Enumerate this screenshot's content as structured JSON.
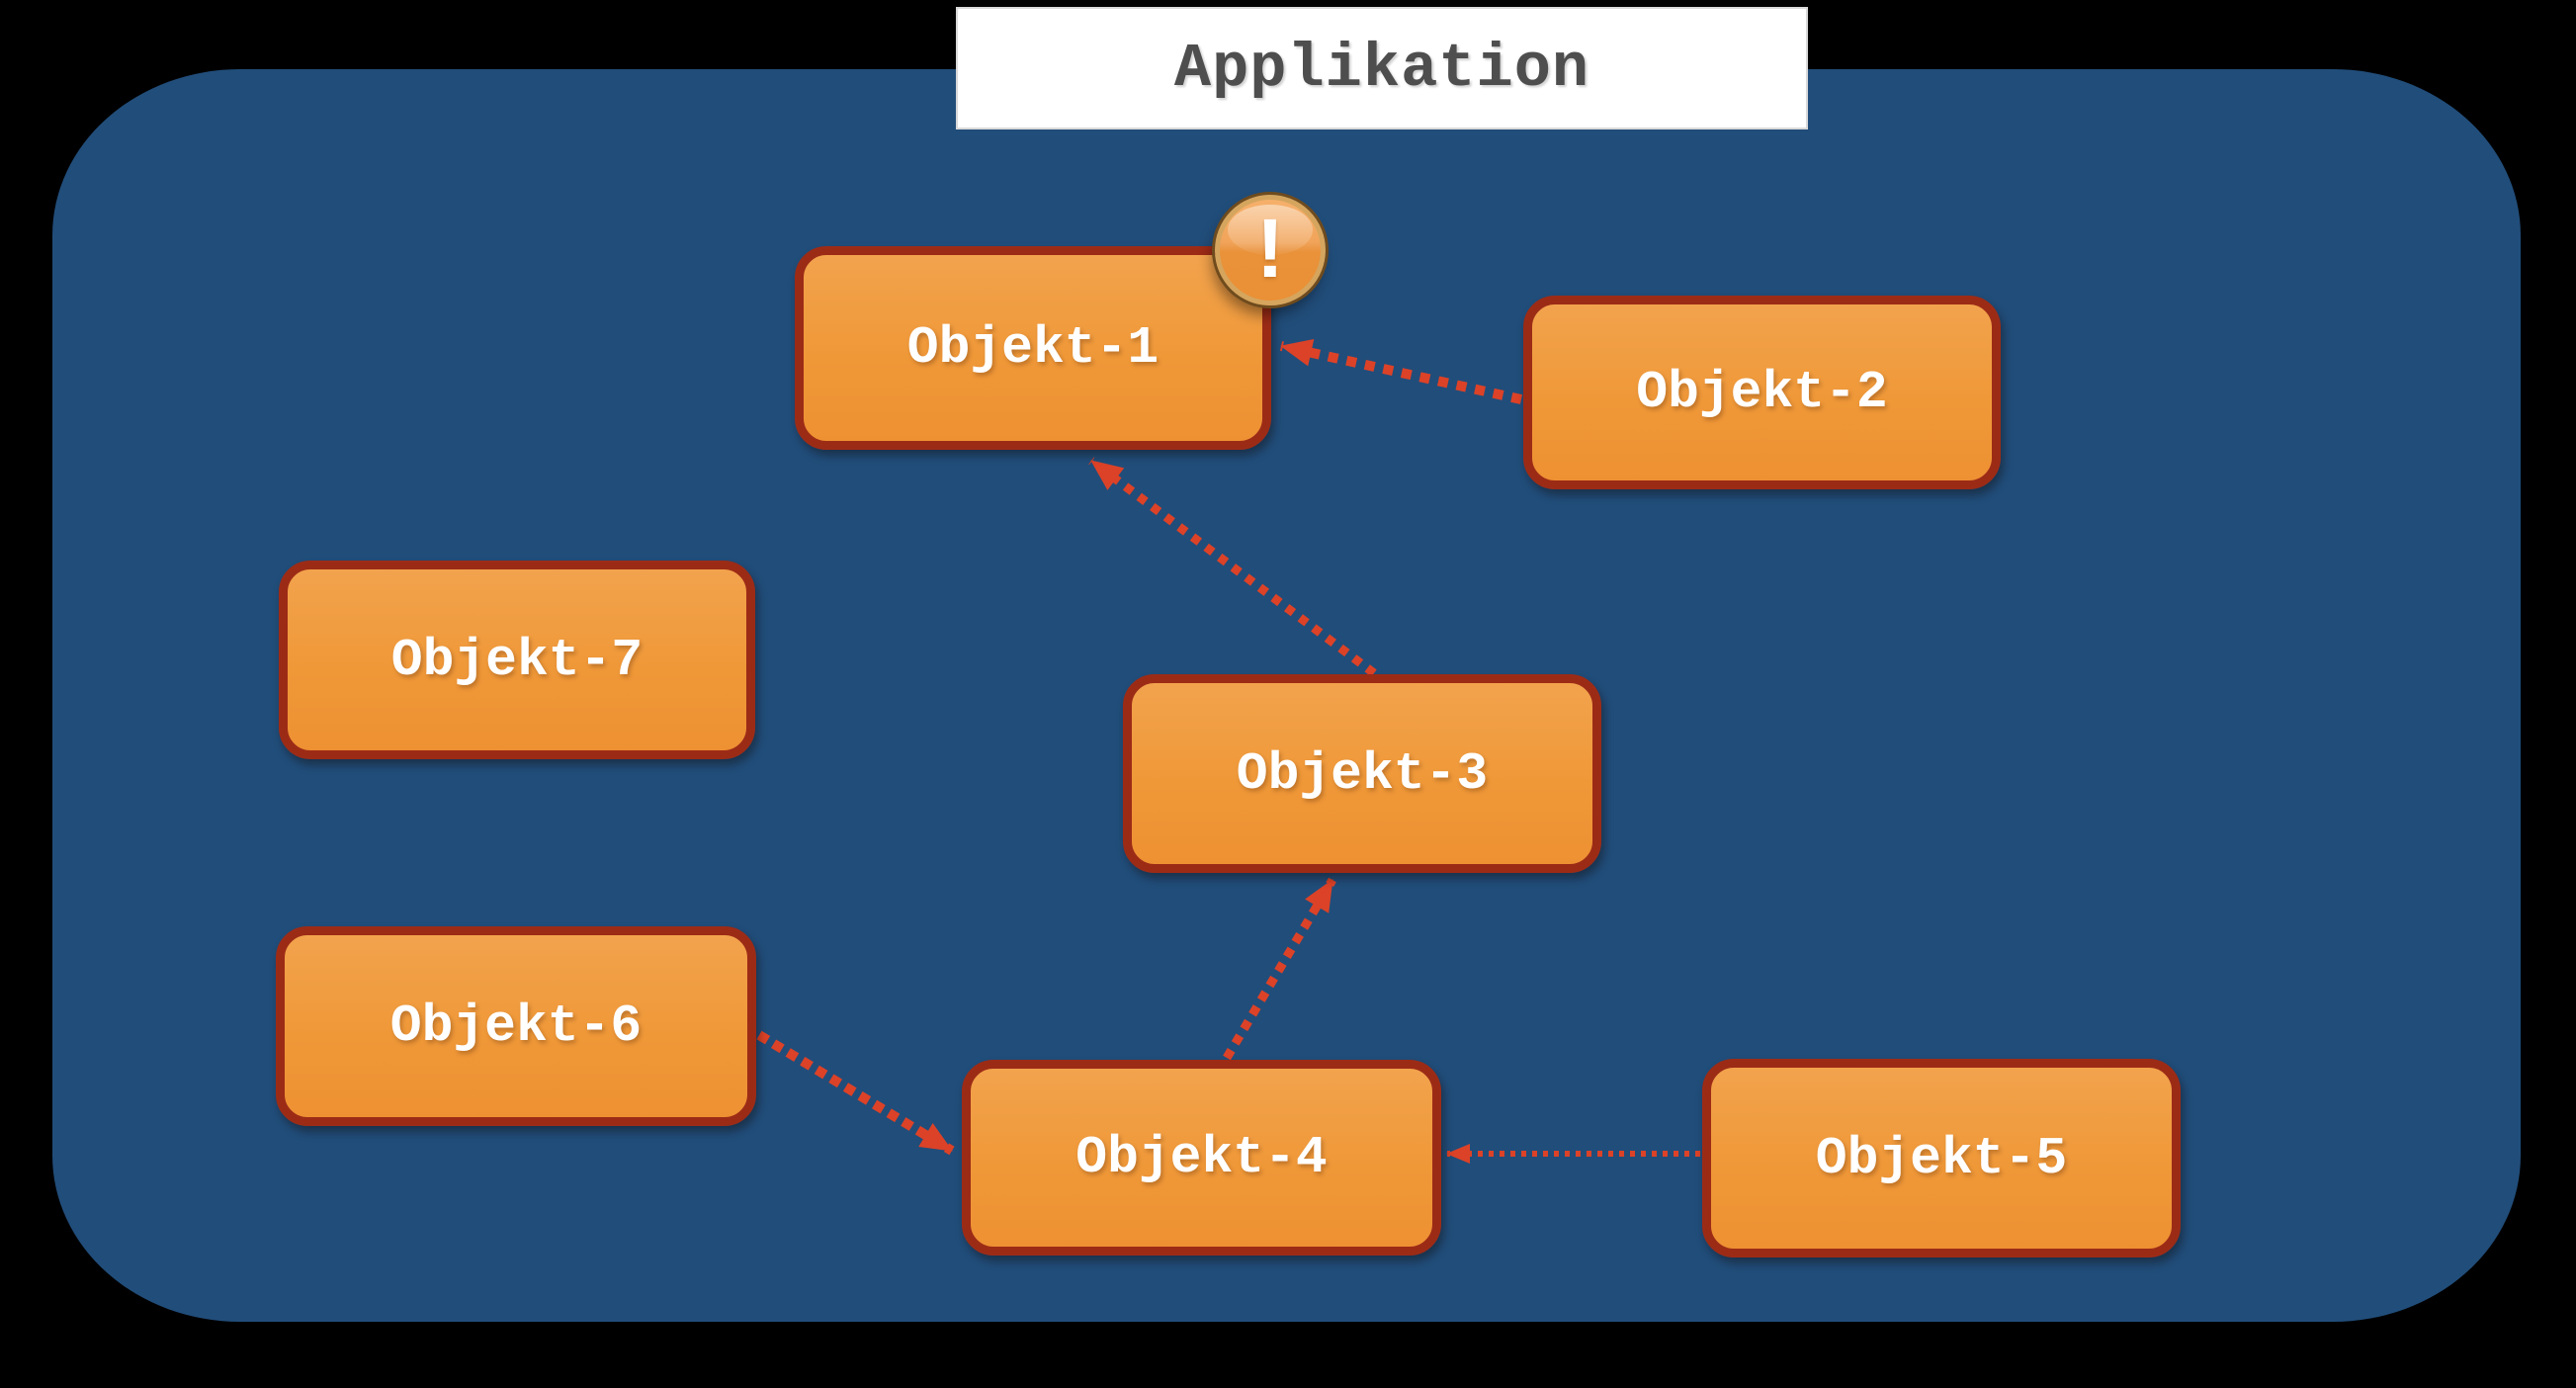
{
  "title": {
    "label": "Applikation"
  },
  "badge": {
    "glyph": "!",
    "meaning": "warning-indicator",
    "attached_to": "Objekt-1"
  },
  "nodes": [
    {
      "id": "objekt-1",
      "label": "Objekt-1",
      "has_warning_badge": true
    },
    {
      "id": "objekt-2",
      "label": "Objekt-2",
      "has_warning_badge": false
    },
    {
      "id": "objekt-3",
      "label": "Objekt-3",
      "has_warning_badge": false
    },
    {
      "id": "objekt-4",
      "label": "Objekt-4",
      "has_warning_badge": false
    },
    {
      "id": "objekt-5",
      "label": "Objekt-5",
      "has_warning_badge": false
    },
    {
      "id": "objekt-6",
      "label": "Objekt-6",
      "has_warning_badge": false
    },
    {
      "id": "objekt-7",
      "label": "Objekt-7",
      "has_warning_badge": false
    }
  ],
  "edges": [
    {
      "from": "Objekt-2",
      "to": "Objekt-1",
      "style": "red-dotted-arrow"
    },
    {
      "from": "Objekt-3",
      "to": "Objekt-1",
      "style": "red-dotted-arrow"
    },
    {
      "from": "Objekt-4",
      "to": "Objekt-3",
      "style": "red-dotted-arrow"
    },
    {
      "from": "Objekt-6",
      "to": "Objekt-4",
      "style": "red-dotted-arrow"
    },
    {
      "from": "Objekt-5",
      "to": "Objekt-4",
      "style": "red-dotted-arrow-thin"
    }
  ],
  "colors": {
    "page_background": "#000000",
    "canvas_fill": "#214D7A",
    "node_fill": "#EF9838",
    "node_border": "#9C2B16",
    "node_text": "#FFFFFF",
    "arrow": "#DC4227",
    "title_background": "#FFFFFF",
    "title_text": "#4E4E4E",
    "badge_fill": "#EA9A42",
    "badge_ring": "#D5A55E",
    "badge_outline": "#6F4B1D",
    "badge_glyph": "#FFFFFF"
  }
}
